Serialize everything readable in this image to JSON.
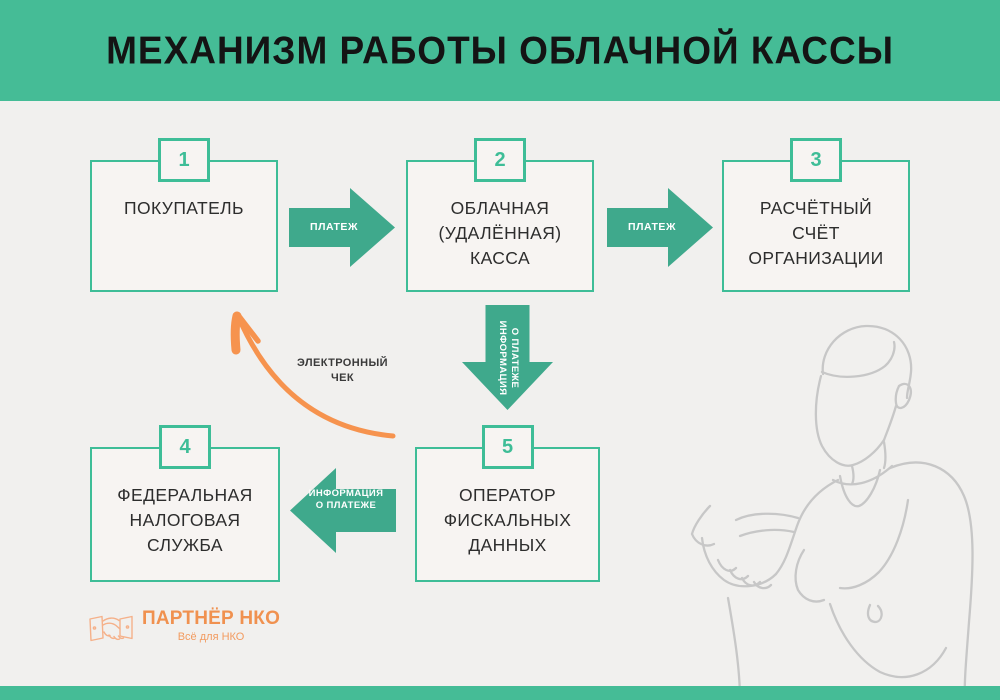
{
  "header": {
    "title": "МЕХАНИЗМ РАБОТЫ ОБЛАЧНОЙ КАССЫ"
  },
  "boxes": [
    {
      "number": "1",
      "lines": [
        "ПОКУПАТЕЛЬ"
      ]
    },
    {
      "number": "2",
      "lines": [
        "ОБЛАЧНАЯ",
        "(УДАЛЁННАЯ)",
        "КАССА"
      ]
    },
    {
      "number": "3",
      "lines": [
        "РАСЧЁТНЫЙ",
        "СЧЁТ",
        "ОРГАНИЗАЦИИ"
      ]
    },
    {
      "number": "4",
      "lines": [
        "ФЕДЕРАЛЬНАЯ",
        "НАЛОГОВАЯ",
        "СЛУЖБА"
      ]
    },
    {
      "number": "5",
      "lines": [
        "ОПЕРАТОР",
        "ФИСКАЛЬНЫХ",
        "ДАННЫХ"
      ]
    }
  ],
  "arrows": {
    "payment1": {
      "label": "ПЛАТЕЖ"
    },
    "payment2": {
      "label": "ПЛАТЕЖ"
    },
    "info_down": {
      "line1": "ИНФОРМАЦИЯ",
      "line2": "О ПЛАТЕЖЕ"
    },
    "info_left": {
      "line1": "ИНФОРМАЦИЯ",
      "line2": "О ПЛАТЕЖЕ"
    },
    "receipt": {
      "line1": "ЭЛЕКТРОННЫЙ",
      "line2": "ЧЕК"
    }
  },
  "logo": {
    "name": "ПАРТНЁР НКО",
    "tagline": "Всё для НКО",
    "icon": "handshake-icon"
  },
  "colors": {
    "band_green": "#45BC96",
    "border_green": "#3EBD97",
    "arrow_green": "#3FA98C",
    "background": "#F1F0EE",
    "box_fill": "#F7F4F2",
    "orange": "#F6934E",
    "logo_orange": "#F0914F",
    "logo_tagline_orange": "#F29B60",
    "logo_icon_orange": "#F5B18A",
    "text_dark": "#2D2D2D",
    "person_line": "#C7C7C7"
  }
}
